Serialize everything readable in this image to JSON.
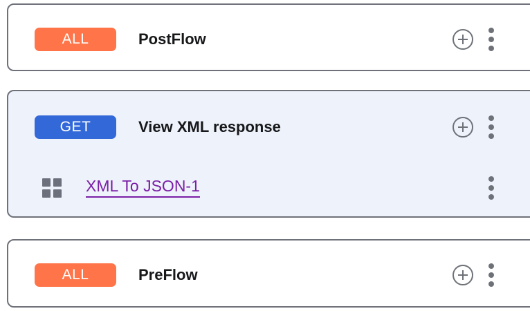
{
  "theme": {
    "page_background": "#ffffff",
    "panel_border": "#6e7179",
    "panel_background": "#ffffff",
    "panel_selected_background": "#eef2fb",
    "badge_all_color": "#ff7448",
    "badge_get_color": "#3268d8",
    "flow_name_color": "#17181a",
    "icon_gray": "#6e7278",
    "policy_icon_gray": "#6b707c",
    "policy_link_purple": "#7a1fa6"
  },
  "panels": [
    {
      "id": "postflow",
      "selected": false,
      "row": {
        "badge_label": "ALL",
        "badge_type": "all",
        "name": "PostFlow",
        "add_icon": "plus-circle-icon",
        "menu_icon": "kebab-menu-icon"
      },
      "children": []
    },
    {
      "id": "view-xml-response",
      "selected": true,
      "row": {
        "badge_label": "GET",
        "badge_type": "get",
        "name": "View XML response",
        "add_icon": "plus-circle-icon",
        "menu_icon": "kebab-menu-icon"
      },
      "children": [
        {
          "icon": "grid-squares-icon",
          "label": "XML To JSON-1",
          "menu_icon": "kebab-menu-icon"
        }
      ]
    },
    {
      "id": "preflow",
      "selected": false,
      "row": {
        "badge_label": "ALL",
        "badge_type": "all",
        "name": "PreFlow",
        "add_icon": "plus-circle-icon",
        "menu_icon": "kebab-menu-icon"
      },
      "children": []
    }
  ]
}
